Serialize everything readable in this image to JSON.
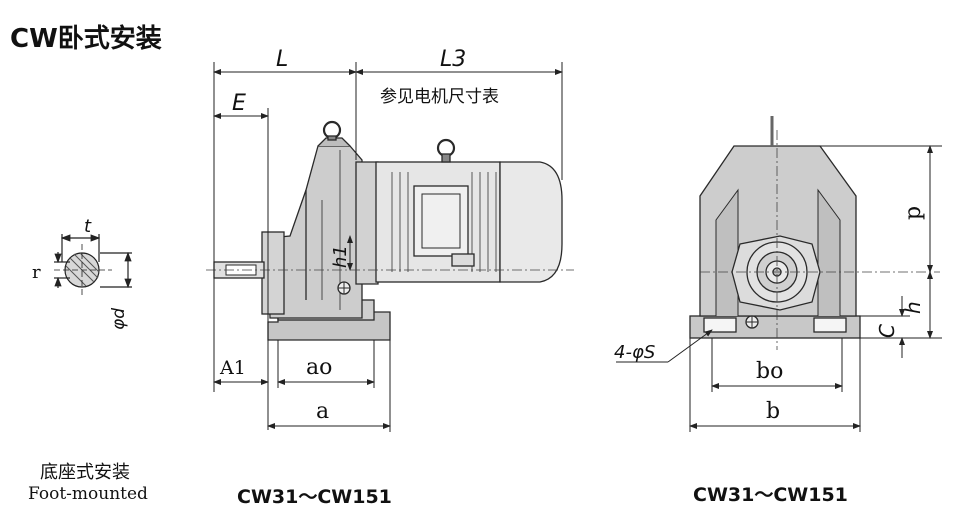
{
  "title": "CW卧式安装",
  "mount": {
    "label_cn": "底座式安装",
    "label_en": "Foot-mounted"
  },
  "left_view": {
    "model_range": "CW31～CW151",
    "dims": {
      "L": "L",
      "L3": "L3",
      "motor_note": "参见电机尺寸表",
      "E": "E",
      "h1": "h1",
      "A1": "A1",
      "ao": "ao",
      "a": "a"
    }
  },
  "shaft_detail": {
    "t": "t",
    "r": "r",
    "d": "φd"
  },
  "right_view": {
    "model_range": "CW31～CW151",
    "dims": {
      "p": "p",
      "h": "h",
      "C": "C",
      "holes": "4-φS",
      "bo": "bo",
      "b": "b"
    }
  },
  "colors": {
    "body_fill": "#cfcfcf",
    "body_fill_dark": "#b9b9b9",
    "motor_fill": "#e4e4e4",
    "line": "#2a2a2a"
  }
}
